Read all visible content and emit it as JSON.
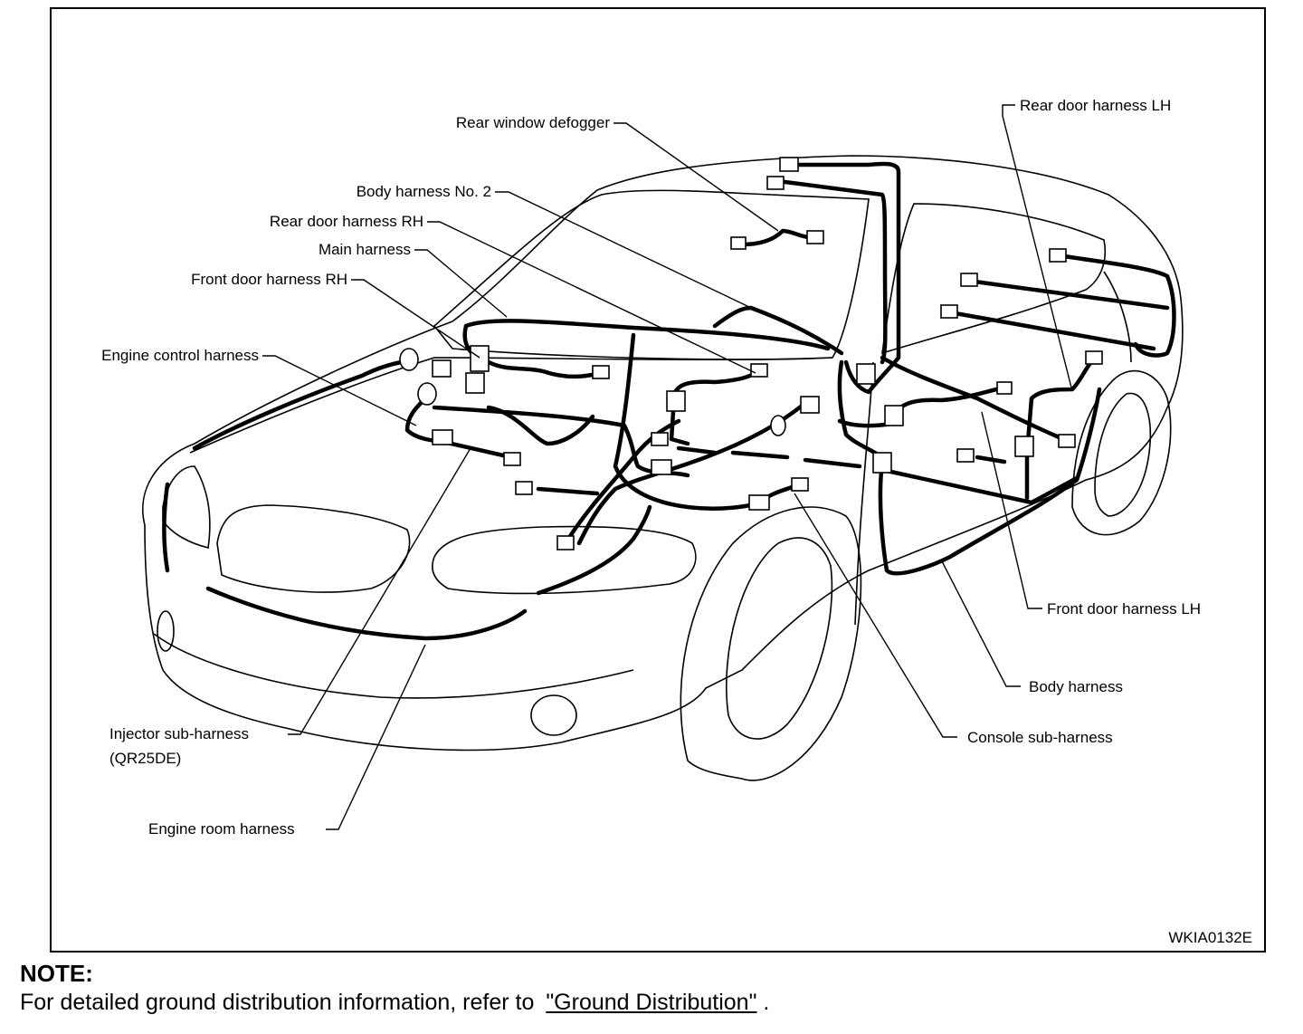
{
  "labels": {
    "rear_window_defogger": "Rear window defogger",
    "body_harness_no2": "Body harness No. 2",
    "rear_door_harness_rh": "Rear door harness RH",
    "main_harness": "Main harness",
    "front_door_harness_rh": "Front door harness RH",
    "engine_control_harness": "Engine control harness",
    "injector_sub_harness": "Injector sub-harness",
    "injector_sub_harness_variant": "(QR25DE)",
    "engine_room_harness": "Engine room harness",
    "rear_door_harness_lh": "Rear door harness LH",
    "front_door_harness_lh": "Front door harness LH",
    "body_harness": "Body harness",
    "console_sub_harness": "Console sub-harness"
  },
  "figure_code": "WKIA0132E",
  "note": {
    "title": "NOTE:",
    "text": "For detailed ground distribution information, refer to",
    "link": "\"Ground Distribution\"",
    "end": "."
  }
}
